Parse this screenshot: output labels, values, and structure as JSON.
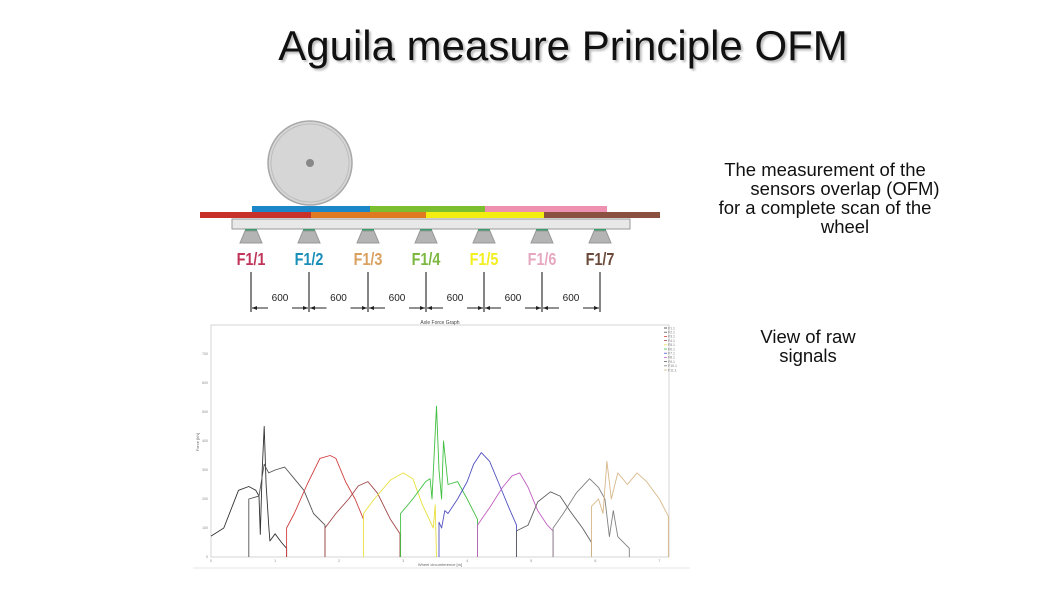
{
  "title": "Aguila measure Principle OFM",
  "description": {
    "lines": [
      "The measurement of the",
      "sensors overlap (OFM)",
      "for a complete scan of the",
      "wheel"
    ],
    "raw_view": [
      "View of raw",
      "signals"
    ]
  },
  "diagram": {
    "sensors": [
      {
        "label": "F1/1",
        "color": "#c0365a"
      },
      {
        "label": "F1/2",
        "color": "#1a8fb8"
      },
      {
        "label": "F1/3",
        "color": "#d9a060"
      },
      {
        "label": "F1/4",
        "color": "#7cb840"
      },
      {
        "label": "F1/5",
        "color": "#f2ee20"
      },
      {
        "label": "F1/6",
        "color": "#e6a8c0"
      },
      {
        "label": "F1/7",
        "color": "#6a4a3a"
      }
    ],
    "spacing_labels": [
      "600",
      "600",
      "600",
      "600",
      "600",
      "600"
    ],
    "upper_segments": [
      "#1b86c8",
      "#7cbf2e",
      "#ee90b0"
    ],
    "lower_segments": [
      "#c8302a",
      "#e07a20",
      "#f4ee10",
      "#8a5040"
    ]
  },
  "chart_data": {
    "type": "line",
    "title": "Axle Force Graph",
    "xlabel": "Wheel circumference [m]",
    "ylabel": "Force [kN]",
    "xlim": [
      0,
      7.15
    ],
    "ylim": [
      0,
      800
    ],
    "xticks": [
      0,
      1,
      2,
      3,
      4,
      5,
      6,
      7
    ],
    "yticks": [
      0,
      100,
      200,
      300,
      400,
      500,
      600,
      700
    ],
    "legend": [
      "F1.1",
      "F2.1",
      "F3.1",
      "F4.1",
      "F5.1",
      "F6.1",
      "F7.1",
      "F8.1",
      "F9.1",
      "F10.1",
      "F11.1"
    ],
    "legend_position": "top-right",
    "series": [
      {
        "name": "F1.1",
        "color": "#333333",
        "x": [
          0,
          0.2,
          0.43,
          0.59,
          0.7,
          0.75,
          0.77,
          0.8,
          0.83,
          0.86,
          0.9,
          0.92,
          1.0,
          1.1,
          1.18,
          1.18
        ],
        "y": [
          72,
          100,
          230,
          243,
          230,
          210,
          78,
          300,
          450,
          250,
          110,
          55,
          80,
          50,
          30,
          0
        ]
      },
      {
        "name": "F2.1",
        "color": "#555555",
        "x": [
          0.59,
          0.59,
          0.75,
          0.83,
          0.9,
          1.0,
          1.15,
          1.3,
          1.45,
          1.6,
          1.78,
          1.78
        ],
        "y": [
          0,
          200,
          210,
          320,
          290,
          300,
          310,
          270,
          230,
          150,
          110,
          0
        ]
      },
      {
        "name": "F3.1",
        "color": "#d04040",
        "x": [
          1.18,
          1.18,
          1.3,
          1.5,
          1.7,
          1.86,
          1.95,
          2.1,
          2.25,
          2.38
        ],
        "y": [
          0,
          100,
          150,
          250,
          340,
          350,
          340,
          260,
          200,
          130
        ]
      },
      {
        "name": "F4.1",
        "color": "#a04848",
        "x": [
          1.78,
          1.78,
          1.95,
          2.15,
          2.3,
          2.45,
          2.6,
          2.8,
          2.95,
          2.95
        ],
        "y": [
          0,
          100,
          150,
          200,
          245,
          260,
          220,
          130,
          80,
          0
        ]
      },
      {
        "name": "F5.1",
        "color": "#e8e040",
        "x": [
          2.38,
          2.38,
          2.55,
          2.8,
          3.0,
          3.15,
          3.3,
          3.47,
          3.5,
          3.52
        ],
        "y": [
          0,
          150,
          200,
          265,
          290,
          270,
          180,
          100,
          180,
          0
        ]
      },
      {
        "name": "F6.1",
        "color": "#40c040",
        "x": [
          2.96,
          2.96,
          3.15,
          3.35,
          3.42,
          3.45,
          3.52,
          3.56,
          3.6,
          3.63,
          3.7,
          3.85,
          4.0,
          4.16,
          4.16
        ],
        "y": [
          0,
          150,
          200,
          260,
          270,
          200,
          520,
          300,
          200,
          400,
          250,
          260,
          200,
          130,
          0
        ]
      },
      {
        "name": "F7.1",
        "color": "#5050c0",
        "x": [
          3.56,
          3.56,
          3.6,
          3.65,
          3.7,
          3.85,
          4.0,
          4.1,
          4.22,
          4.35,
          4.5,
          4.65,
          4.77,
          4.77
        ],
        "y": [
          0,
          120,
          100,
          160,
          150,
          200,
          260,
          320,
          360,
          330,
          250,
          170,
          110,
          0
        ]
      },
      {
        "name": "F8.1",
        "color": "#c060c0",
        "x": [
          4.16,
          4.16,
          4.35,
          4.55,
          4.7,
          4.82,
          4.95,
          5.1,
          5.25,
          5.34,
          5.34
        ],
        "y": [
          0,
          110,
          170,
          240,
          280,
          290,
          240,
          160,
          110,
          90,
          0
        ]
      },
      {
        "name": "F9.1",
        "color": "#606060",
        "x": [
          4.77,
          4.77,
          4.95,
          5.1,
          5.3,
          5.45,
          5.6,
          5.8,
          5.94,
          5.94
        ],
        "y": [
          0,
          90,
          110,
          190,
          225,
          210,
          160,
          100,
          50,
          0
        ]
      },
      {
        "name": "F10.1",
        "color": "#808080",
        "x": [
          5.34,
          5.34,
          5.5,
          5.7,
          5.91,
          6.05,
          6.15,
          6.22,
          6.28,
          6.35,
          6.53,
          6.53
        ],
        "y": [
          0,
          100,
          150,
          220,
          270,
          240,
          200,
          70,
          160,
          70,
          30,
          0
        ]
      },
      {
        "name": "F11.1",
        "color": "#d8b888",
        "x": [
          5.94,
          5.94,
          6.05,
          6.12,
          6.18,
          6.25,
          6.35,
          6.5,
          6.65,
          6.8,
          7.0,
          7.14,
          7.14
        ],
        "y": [
          0,
          175,
          200,
          150,
          330,
          200,
          290,
          250,
          290,
          260,
          200,
          140,
          0
        ]
      }
    ]
  }
}
